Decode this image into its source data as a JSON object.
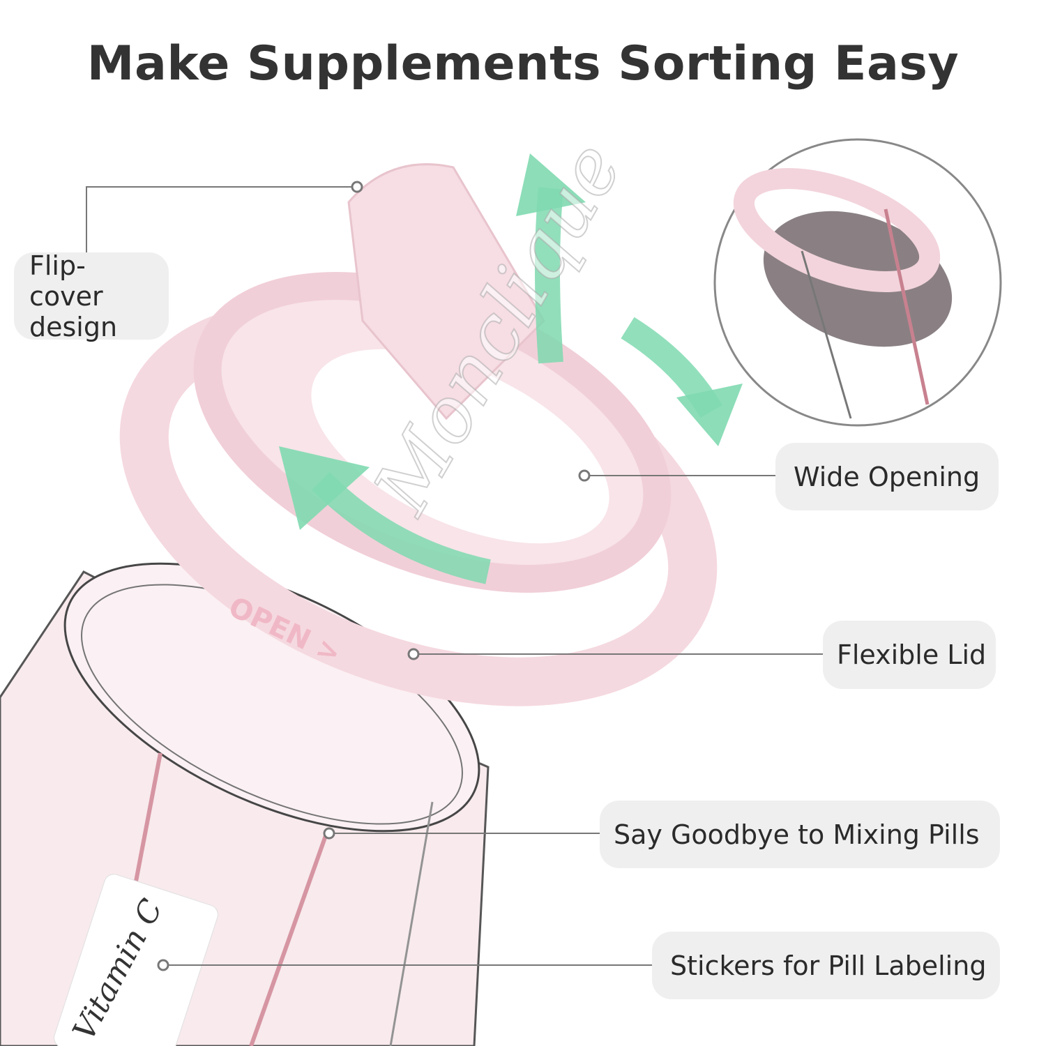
{
  "title": "Make Supplements Sorting Easy",
  "callouts": {
    "flip_cover": "Flip-cover design",
    "wide_opening": "Wide Opening",
    "flexible_lid": "Flexible Lid",
    "mixing_pills": "Say Goodbye to Mixing Pills",
    "stickers": "Stickers for Pill Labeling"
  },
  "product_text": {
    "lid_marking": "OPEN >",
    "sticker_label": "Vitamin C"
  },
  "watermark": "Monclique",
  "colors": {
    "lid_pink": "#f6dde3",
    "arrow_green": "#7fd9b0",
    "label_bg": "#efefef",
    "title": "#333333"
  }
}
